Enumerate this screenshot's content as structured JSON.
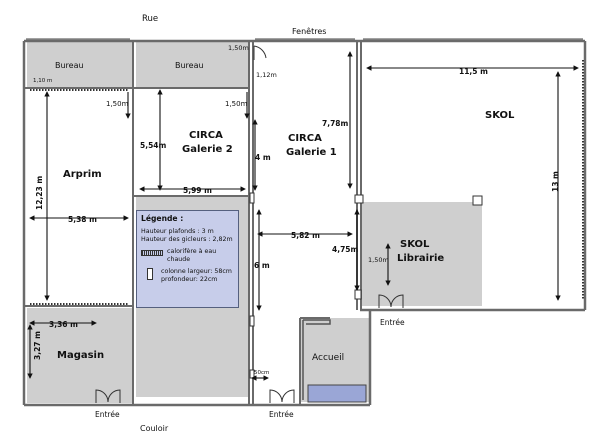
{
  "labels": {
    "street": "Rue",
    "windows": "Fenêtres",
    "corridor": "Couloir",
    "entrance_left": "Entrée",
    "entrance_middle": "Entrée",
    "entrance_right": "Entrée"
  },
  "rooms": {
    "bureau_left": "Bureau",
    "bureau_right": "Bureau",
    "arprim": "Arprim",
    "galerie2_line1": "CIRCA",
    "galerie2_line2": "Galerie 2",
    "galerie1_line1": "CIRCA",
    "galerie1_line2": "Galerie 1",
    "skol": "SKOL",
    "librairie_line1": "SKOL",
    "librairie_line2": "Librairie",
    "magasin": "Magasin",
    "accueil": "Accueil"
  },
  "dimensions": {
    "d_110": "1,10 m",
    "d_150_a": "1,50m",
    "d_150_b": "1,50m",
    "d_150_c": "1,50m",
    "d_150_d": "1,50m",
    "d_112": "1,12m",
    "d_778": "7,78m",
    "d_1150": "11,5 m",
    "d_554": "5,54m",
    "d_4": "4 m",
    "d_599": "5,99 m",
    "d_1223": "12,23 m",
    "d_538": "5,38 m",
    "d_13": "13 m",
    "d_582": "5,82 m",
    "d_475": "4,75m",
    "d_6": "6 m",
    "d_336": "3,36 m",
    "d_327": "3,27 m",
    "d_50": "50cm"
  },
  "legend": {
    "title": "Légende :",
    "ceiling": "Hauteur plafonds : 3 m",
    "sprinklers": "Hauteur des gicleurs : 2,82m",
    "radiator": "calorifère à eau chaude",
    "column_line1": "colonne largeur: 58cm",
    "column_line2": "profondeur: 22cm"
  },
  "colors": {
    "shaded": "#cfcfcf",
    "legend_bg": "#c7cdea",
    "accueil_counter": "#9aa6d6",
    "wall": "#6a6a6a"
  }
}
